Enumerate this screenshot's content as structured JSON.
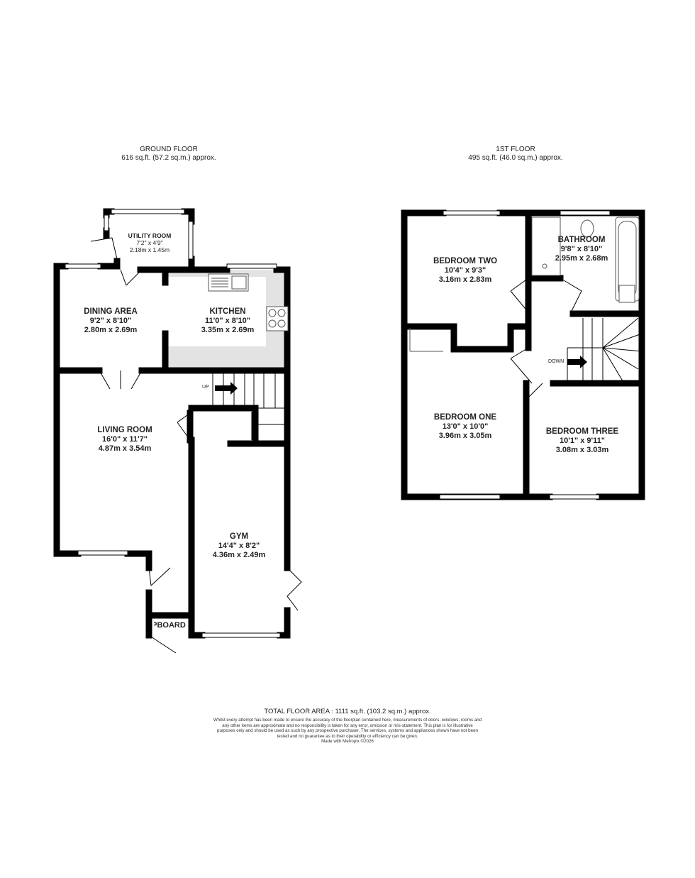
{
  "ground_floor": {
    "title": "GROUND FLOOR",
    "area": "616 sq.ft. (57.2 sq.m.) approx."
  },
  "first_floor": {
    "title": "1ST FLOOR",
    "area": "495 sq.ft. (46.0 sq.m.) approx."
  },
  "rooms": {
    "utility": {
      "name": "UTILITY ROOM",
      "imperial": "7'2\"  x 4'9\"",
      "metric": "2.18m  x 1.45m"
    },
    "dining": {
      "name": "DINING AREA",
      "imperial": "9'2\"  x 8'10\"",
      "metric": "2.80m  x 2.69m"
    },
    "kitchen": {
      "name": "KITCHEN",
      "imperial": "11'0\"  x 8'10\"",
      "metric": "3.35m  x 2.69m"
    },
    "living": {
      "name": "LIVING ROOM",
      "imperial": "16'0\"  x 11'7\"",
      "metric": "4.87m  x 3.54m"
    },
    "gym": {
      "name": "GYM",
      "imperial": "14'4\"  x 8'2\"",
      "metric": "4.36m  x 2.49m"
    },
    "cupboard": {
      "name": "CUPBOARD"
    },
    "bedroom_two": {
      "name": "BEDROOM TWO",
      "imperial": "10'4\"  x 9'3\"",
      "metric": "3.16m  x 2.83m"
    },
    "bathroom": {
      "name": "BATHROOM",
      "imperial": "9'8\"  x 8'10\"",
      "metric": "2.95m  x 2.68m"
    },
    "bedroom_one": {
      "name": "BEDROOM ONE",
      "imperial": "13'0\"  x 10'0\"",
      "metric": "3.96m  x 3.05m"
    },
    "bedroom_three": {
      "name": "BEDROOM THREE",
      "imperial": "10'1\"  x 9'11\"",
      "metric": "3.08m  x 3.03m"
    }
  },
  "stairs": {
    "up": "UP",
    "down": "DOWN"
  },
  "footer": {
    "total": "TOTAL FLOOR AREA : 1111 sq.ft. (103.2 sq.m.) approx.",
    "disclaimer": "Whilst every attempt has been made to ensure the accuracy of the floorplan contained here, measurements of doors, windows, rooms and any other items are approximate and no responsibility is taken for any error, omission or mis-statement. This plan is for illustrative purposes only and should be used as such by any prospective purchaser. The services, systems and appliances shown have not been tested and no guarantee as to their operability or efficiency can be given.",
    "credit": "Made with Metropix ©2026"
  },
  "colors": {
    "wall": "#000000",
    "kitchen_fill": "#e3e3e3"
  }
}
